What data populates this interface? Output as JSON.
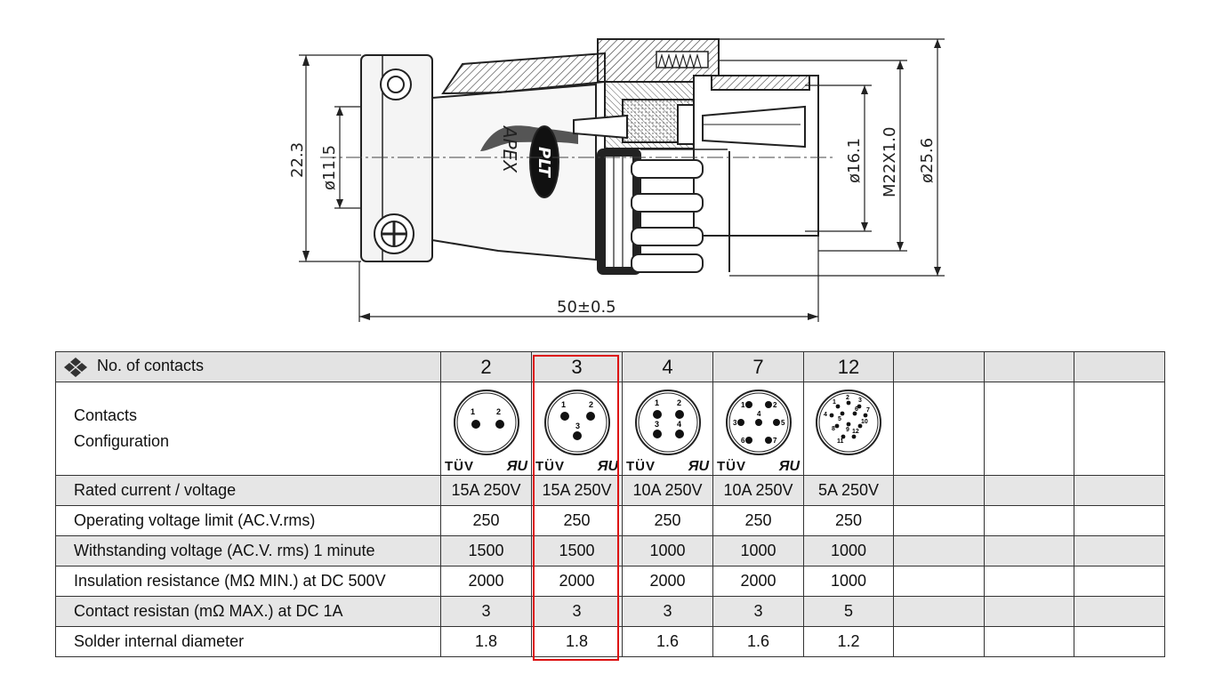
{
  "drawing": {
    "dimensions": {
      "overall_length": "50±0.5",
      "height_left": "22.3",
      "cable_dia": "ø11.5",
      "inner_dia": "ø16.1",
      "thread": "M22X1.0",
      "outer_dia": "ø25.6"
    },
    "body_text": "APEX",
    "logo_text": "PLT"
  },
  "table": {
    "header_label": "No. of contacts",
    "contacts": [
      "2",
      "3",
      "4",
      "7",
      "12",
      "",
      "",
      ""
    ],
    "config_label_line1": "Contacts",
    "config_label_line2": "Configuration",
    "cert_tuv": "TÜV",
    "cert_ul": "ЯU",
    "pin_numbers": {
      "c2": [
        "1",
        "2"
      ],
      "c3": [
        "1",
        "2",
        "3"
      ],
      "c4": [
        "1",
        "2",
        "3",
        "4"
      ],
      "c7": [
        "1",
        "2",
        "3",
        "4",
        "5",
        "6",
        "7"
      ],
      "c12": [
        "1",
        "2",
        "3",
        "4",
        "5",
        "6",
        "7",
        "8",
        "9",
        "10",
        "11",
        "12"
      ]
    },
    "rows": [
      {
        "label": "Rated current / voltage",
        "values": [
          "15A 250V",
          "15A 250V",
          "10A 250V",
          "10A 250V",
          "5A 250V",
          "",
          "",
          ""
        ]
      },
      {
        "label": "Operating voltage limit (AC.V.rms)",
        "values": [
          "250",
          "250",
          "250",
          "250",
          "250",
          "",
          "",
          ""
        ]
      },
      {
        "label": "Withstanding voltage (AC.V. rms) 1 minute",
        "values": [
          "1500",
          "1500",
          "1000",
          "1000",
          "1000",
          "",
          "",
          ""
        ]
      },
      {
        "label": "Insulation resistance (MΩ MIN.) at DC 500V",
        "values": [
          "2000",
          "2000",
          "2000",
          "2000",
          "1000",
          "",
          "",
          ""
        ]
      },
      {
        "label": "Contact resistan (mΩ MAX.) at DC 1A",
        "values": [
          "3",
          "3",
          "3",
          "3",
          "5",
          "",
          "",
          ""
        ]
      },
      {
        "label": "Solder internal diameter",
        "values": [
          "1.8",
          "1.8",
          "1.6",
          "1.6",
          "1.2",
          "",
          "",
          ""
        ]
      }
    ],
    "highlight_color": "#dd1111"
  }
}
